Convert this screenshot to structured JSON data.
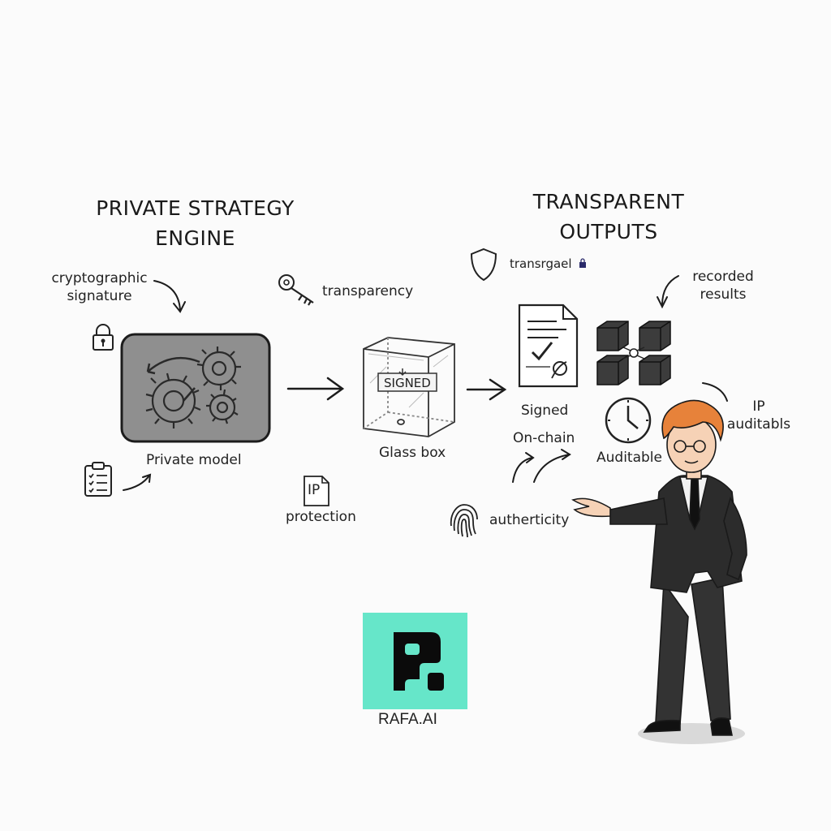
{
  "left_title": [
    "PRIVATE STRATEGY",
    "ENGINE"
  ],
  "right_title": [
    "TRANSPARENT",
    "OUTPUTS"
  ],
  "labels": {
    "cryptographic_signature": [
      "cryptographic",
      "signature"
    ],
    "transparency": "transparency",
    "transrgael": "transrgael",
    "recorded_results": [
      "recorded",
      "results"
    ],
    "private_model": "Private model",
    "glass_box": "Glass box",
    "signed_stamp": "SIGNED",
    "signed": "Signed",
    "on_chain": "On-chain",
    "auditable": "Auditable",
    "ip_auditabls": [
      "IP",
      "auditabls"
    ],
    "ip_doc": "IP",
    "protection": "protection",
    "authenticity": "autherticity"
  },
  "logo": {
    "name": "RAFA.AI",
    "bg_color": "#66e6c9",
    "mark_color": "#0b0b0b"
  },
  "colors": {
    "ink": "#1c1c1c",
    "model_box": "#8f8f8f",
    "hair": "#e7823a",
    "suit": "#2c2c2c"
  }
}
